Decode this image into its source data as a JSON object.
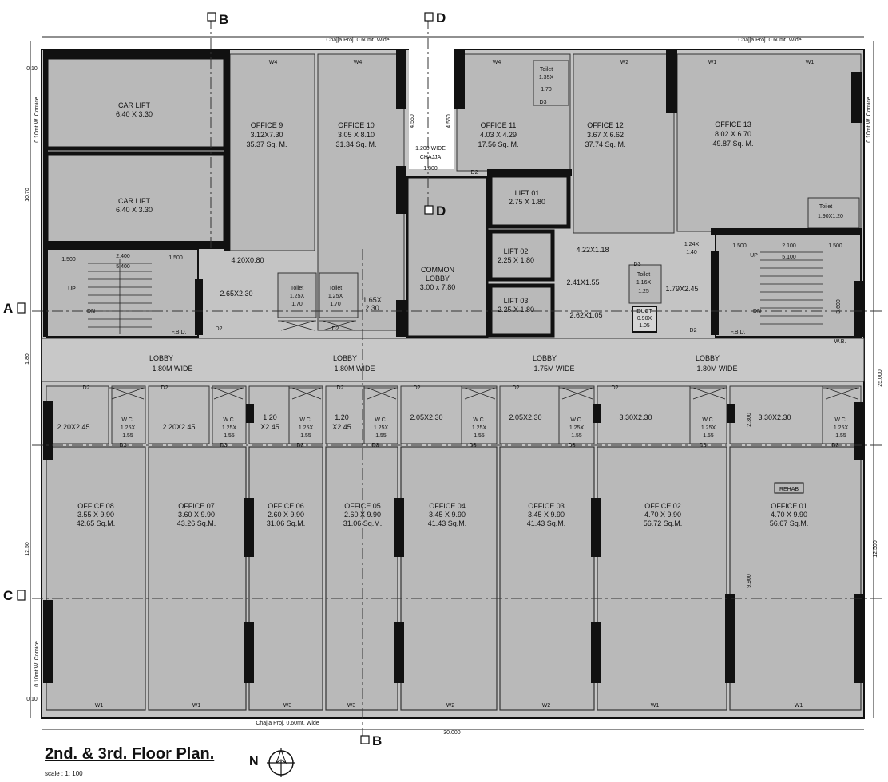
{
  "title": "2nd. & 3rd. Floor Plan.",
  "scale": "scale : 1: 100",
  "north_label": "N",
  "section_markers": {
    "b": "B",
    "d": "D",
    "a": "A",
    "c": "C"
  },
  "chajja": {
    "top": "Chajja Proj. 0.60mt. Wide",
    "bottom": "Chajja Proj. 0.60mt. Wide",
    "mid_line1": "1.200 WIDE",
    "mid_line2": "CHAJJA",
    "mid_width": "1.800"
  },
  "cornice": "0.10mt W. Cornice",
  "overall_dims": {
    "width": "30.000",
    "height": "25.000",
    "north_block": "10.70",
    "south_block": "12.50",
    "lobby": "1.80",
    "south_right": "12.500",
    "edge": "0.10"
  },
  "rooms": {
    "car_lift_1": {
      "name": "CAR LIFT",
      "size": "6.40 X 3.30"
    },
    "car_lift_2": {
      "name": "CAR LIFT",
      "size": "6.40 X 3.30"
    },
    "office_9": {
      "name": "OFFICE 9",
      "size": "3.12X7.30",
      "area": "35.37 Sq. M."
    },
    "office_10": {
      "name": "OFFICE 10",
      "size": "3.05 X 8.10",
      "area": "31.34 Sq. M."
    },
    "office_11": {
      "name": "OFFICE 11",
      "size": "4.03 X 4.29",
      "area": "17.56 Sq. M."
    },
    "office_12": {
      "name": "OFFICE 12",
      "size": "3.67 X 6.62",
      "area": "37.74 Sq. M."
    },
    "office_13": {
      "name": "OFFICE 13",
      "size": "8.02 X 6.70",
      "area": "49.87 Sq. M."
    },
    "lift_01": {
      "name": "LIFT 01",
      "size": "2.75 X 1.80"
    },
    "lift_02": {
      "name": "LIFT 02",
      "size": "2.25 X 1.80"
    },
    "lift_03": {
      "name": "LIFT 03",
      "size": "2.25 X 1.80"
    },
    "common_lobby": {
      "line1": "COMMON",
      "line2": "LOBBY",
      "size": "3.00 x 7.80"
    },
    "office_08": {
      "name": "OFFICE 08",
      "size": "3.55 X 9.90",
      "area": "42.65 Sq.M."
    },
    "office_07": {
      "name": "OFFICE 07",
      "size": "3.60 X 9.90",
      "area": "43.26 Sq.M."
    },
    "office_06": {
      "name": "OFFICE 06",
      "size": "2.60 X 9.90",
      "area": "31.06 Sq.M."
    },
    "office_05": {
      "name": "OFFICE 05",
      "size": "2.60 X 9.90",
      "area": "31.06 Sq.M."
    },
    "office_04": {
      "name": "OFFICE 04",
      "size": "3.45 X 9.90",
      "area": "41.43 Sq.M."
    },
    "office_03": {
      "name": "OFFICE 03",
      "size": "3.45 X 9.90",
      "area": "41.43 Sq.M."
    },
    "office_02": {
      "name": "OFFICE 02",
      "size": "4.70 X 9.90",
      "area": "56.72 Sq.M."
    },
    "office_01": {
      "name": "OFFICE 01",
      "size": "4.70 X 9.90",
      "area": "56.67 Sq.M.",
      "tag": "REHAB"
    }
  },
  "toilets": {
    "t_top": {
      "name": "Toilet",
      "size": "1.35X",
      "size2": "1.70"
    },
    "t_right": {
      "name": "Toilet",
      "size": "1.90X1.20"
    },
    "t_a": {
      "name": "Toilet",
      "size": "1.25X",
      "size2": "1.70"
    },
    "t_b": {
      "name": "Toilet",
      "size": "1.25X",
      "size2": "1.70"
    },
    "t_c": {
      "name": "Toilet",
      "size": "1.16X",
      "size2": "1.25"
    },
    "duct": {
      "name": "DUCT",
      "size": "0.90X",
      "size2": "1.05"
    }
  },
  "wc": {
    "name": "W.C.",
    "size": "1.25X",
    "size2": "1.55"
  },
  "lobbies": {
    "l1": "LOBBY",
    "l1w": "1.80M WIDE",
    "l2": "LOBBY",
    "l2w": "1.80M WIDE",
    "l3": "LOBBY",
    "l3w": "1.75M WIDE",
    "l4": "LOBBY",
    "l4w": "1.80M WIDE"
  },
  "misc_dims": {
    "d_420x080": "4.20X0.80",
    "d_265x230": "2.65X2.30",
    "d_165x230a": "1.65X",
    "d_165x230b": "2.30",
    "d_422x118": "4.22X1.18",
    "d_241x155": "2.41X1.55",
    "d_262x105": "2.62X1.05",
    "d_179x245": "1.79X2.45",
    "d_124x140a": "1.24X",
    "d_124x140b": "1.40",
    "s_220x245": "2.20X2.45",
    "s_220x245b": "2.20X2.45",
    "s_120a": "1.20",
    "s_120b": "X2.45",
    "s_120c": "1.20",
    "s_120d": "X2.45",
    "s_205a": "2.05X2.30",
    "s_205b": "2.05X2.30",
    "s_330a": "3.30X2.30",
    "s_330b": "3.30X2.30",
    "stair_l_1500a": "1.500",
    "stair_l_2400": "2.400",
    "stair_l_5400": "5.400",
    "stair_l_1500b": "1.500",
    "stair_r_1500a": "1.500",
    "stair_r_2100": "2.100",
    "stair_r_5100": "5.100",
    "stair_r_1500b": "1.500",
    "h_4550a": "4.550",
    "h_4550b": "4.550",
    "r_3600": "3.600",
    "r_2300": "2.300",
    "r_9900": "9.900",
    "fbd": "F.B.D.",
    "dn": "DN",
    "up": "UP",
    "wb": "W.B."
  },
  "windows": {
    "w1": "W1",
    "w2": "W2",
    "w3": "W3",
    "w4": "W4"
  },
  "doors": {
    "d2": "D2",
    "d3": "D3"
  }
}
